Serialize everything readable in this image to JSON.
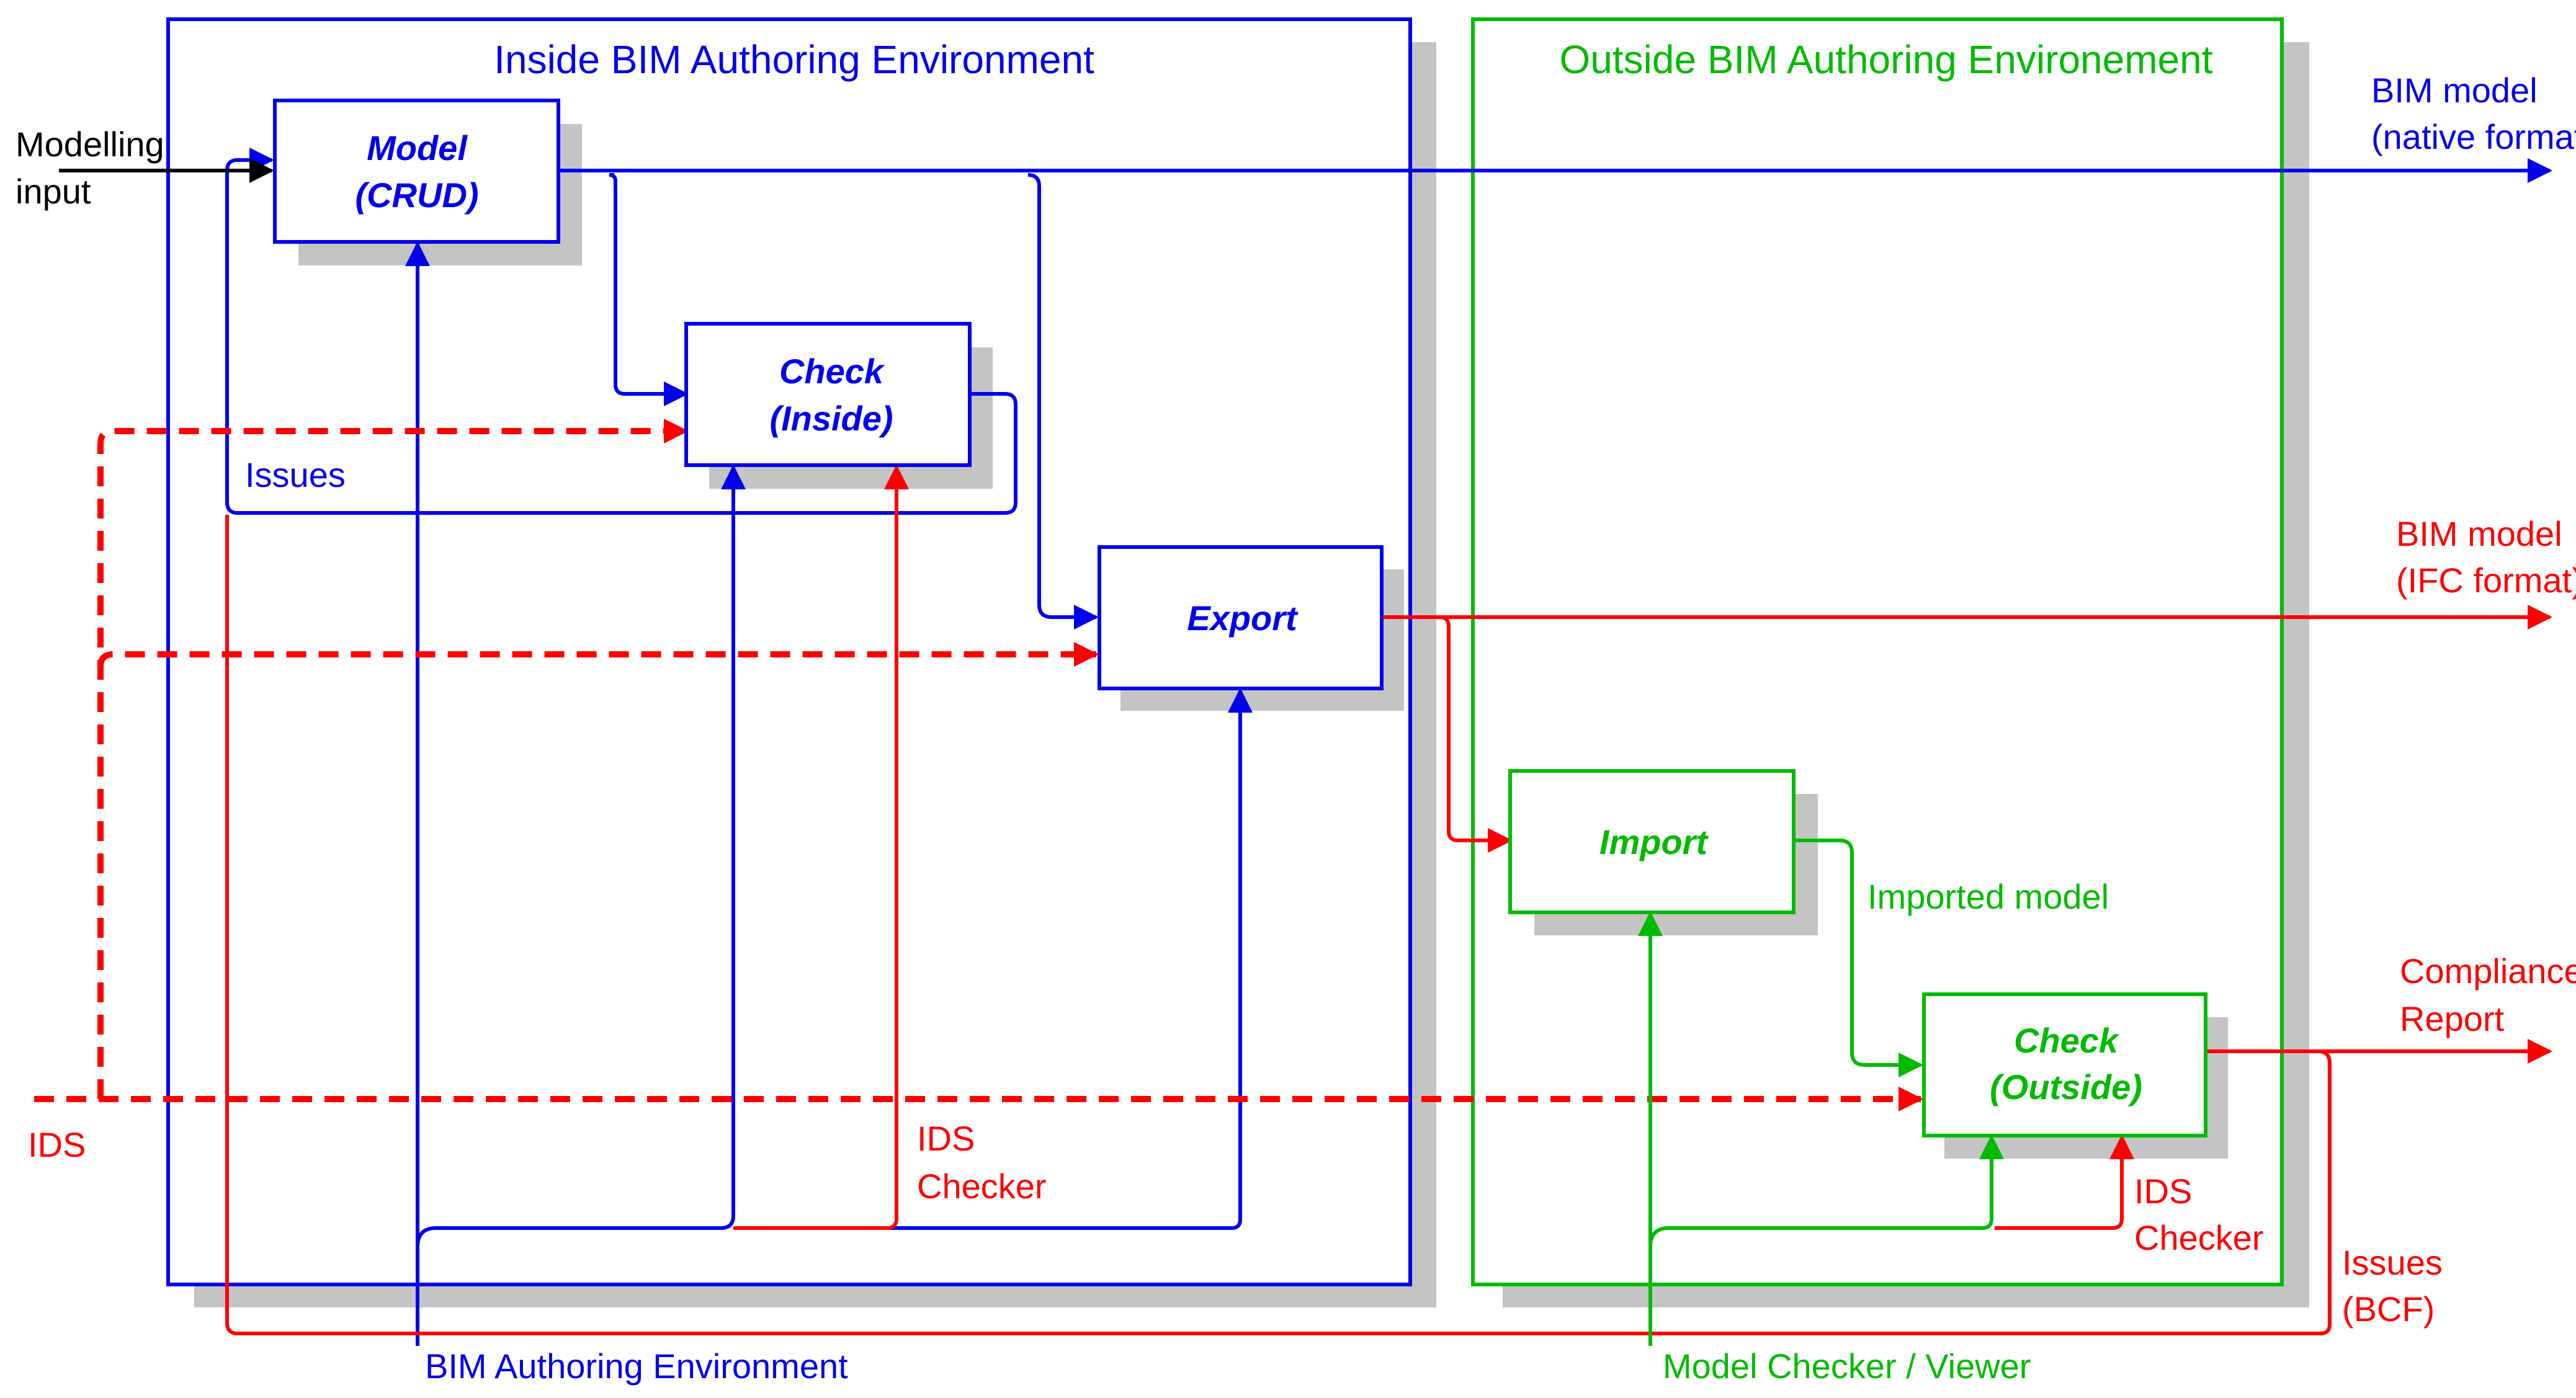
{
  "colors": {
    "inside": "#0000ee",
    "outside": "#00bb00",
    "ifc": "#ff0000",
    "input": "#000000",
    "shadow": "#c4c4c4"
  },
  "containers": {
    "inside_title": "Inside BIM Authoring Environment",
    "outside_title": "Outside BIM Authoring Environement"
  },
  "boxes": {
    "model": [
      "Model",
      "(CRUD)"
    ],
    "check_inside": [
      "Check",
      "(Inside)"
    ],
    "export": [
      "Export"
    ],
    "import": [
      "Import"
    ],
    "check_outside": [
      "Check",
      "(Outside)"
    ]
  },
  "labels": {
    "modelling_input": [
      "Modelling",
      "input"
    ],
    "bim_native": [
      "BIM model",
      "(native format)"
    ],
    "bim_ifc": [
      "BIM model",
      "(IFC format)"
    ],
    "compliance": [
      "Compliance",
      "Report"
    ],
    "issues_inside": "Issues",
    "ids": "IDS",
    "ids_checker_inside": [
      "IDS",
      "Checker"
    ],
    "ids_checker_outside": [
      "IDS",
      "Checker"
    ],
    "imported_model": "Imported model",
    "issues_bcf": [
      "Issues",
      "(BCF)"
    ],
    "bim_authoring_env": "BIM Authoring Environment",
    "model_checker_viewer": "Model Checker / Viewer"
  }
}
